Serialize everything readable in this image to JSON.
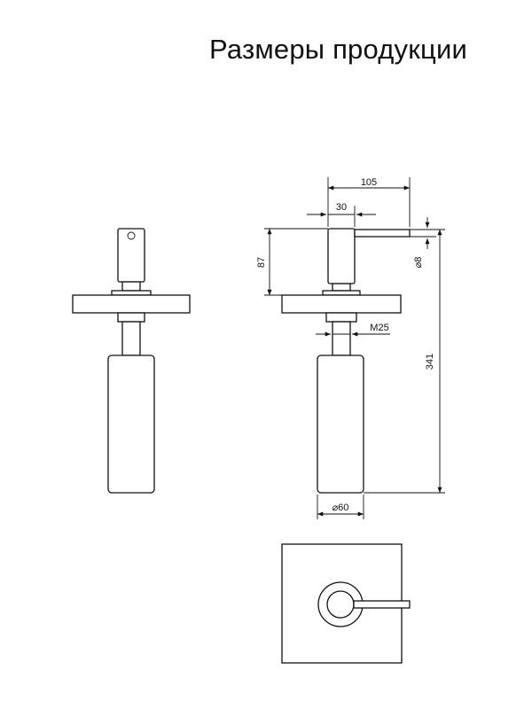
{
  "title": "Размеры продукции",
  "dimensions": {
    "spout_length": "105",
    "pump_width": "30",
    "height_above_deck": "87",
    "spout_diameter": "⌀8",
    "thread": "M25",
    "total_height": "341",
    "bottle_diameter": "⌀60"
  },
  "colors": {
    "line": "#111111",
    "background": "#ffffff"
  }
}
